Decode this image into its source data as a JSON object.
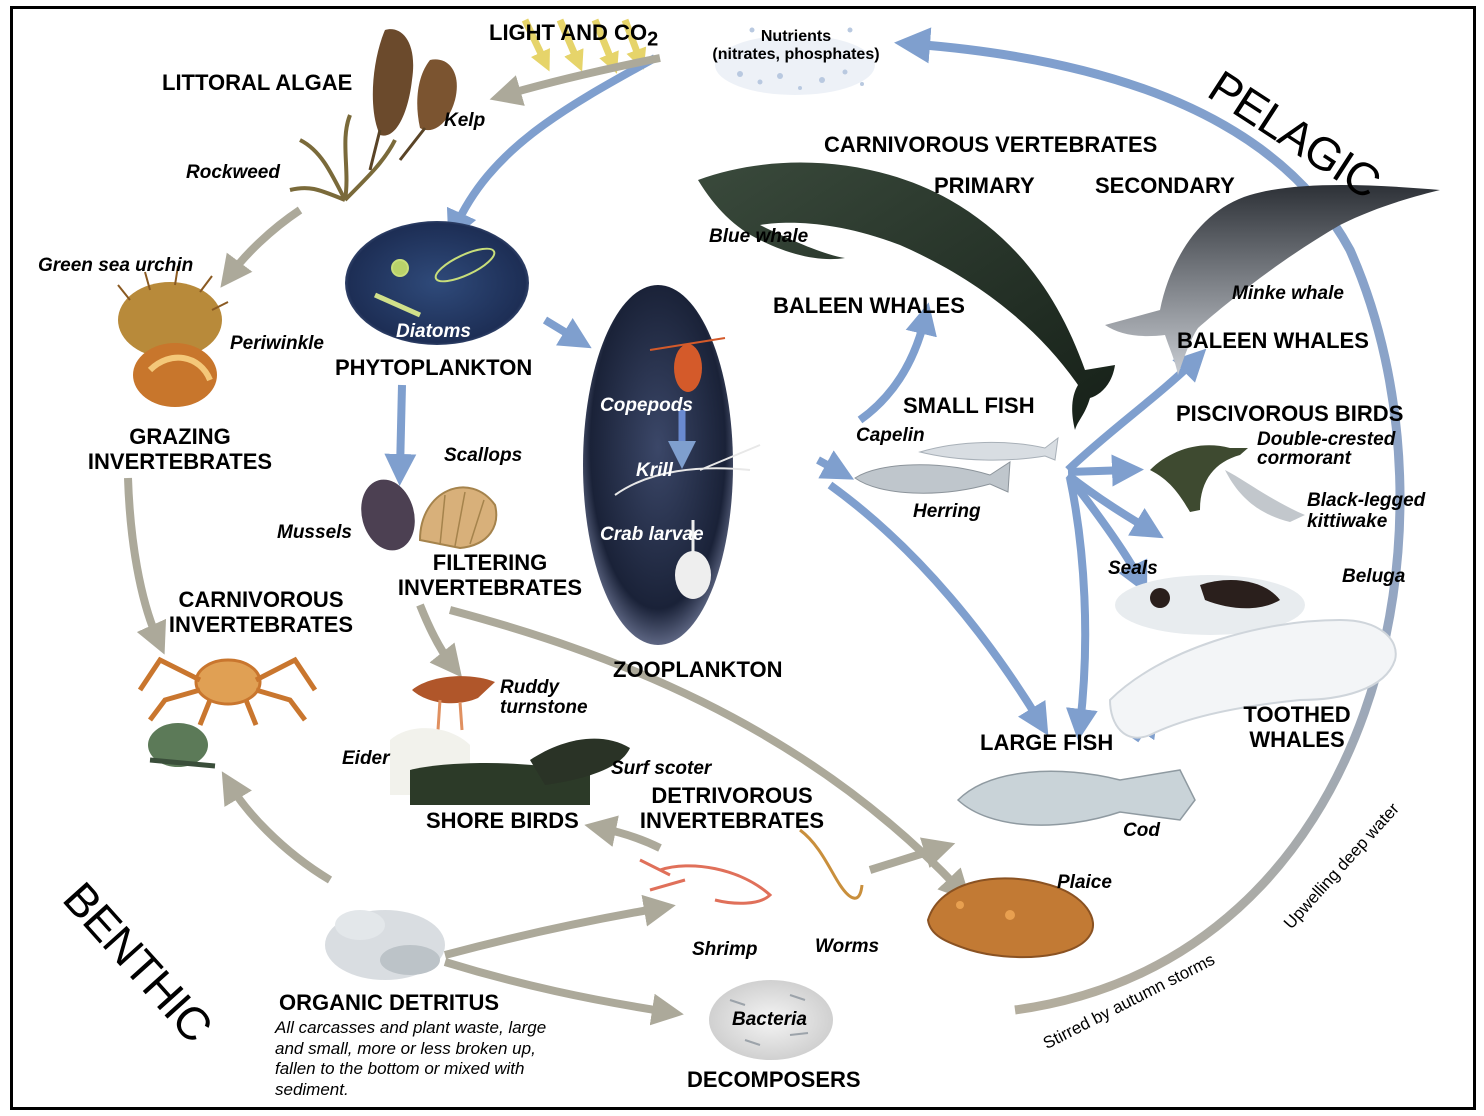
{
  "zones": {
    "pelagic": "PELAGIC",
    "benthic": "BENTHIC"
  },
  "sources": {
    "light_prefix": "LIGHT AND CO",
    "light_subscript": "2",
    "nutrients_line1": "Nutrients",
    "nutrients_line2": "(nitrates, phosphates)"
  },
  "groups": {
    "littoral_algae": "LITTORAL ALGAE",
    "phytoplankton": "PHYTOPLANKTON",
    "grazing_invertebrates_1": "GRAZING",
    "grazing_invertebrates_2": "INVERTEBRATES",
    "filtering_invertebrates_1": "FILTERING",
    "filtering_invertebrates_2": "INVERTEBRATES",
    "carnivorous_invertebrates_1": "CARNIVOROUS",
    "carnivorous_invertebrates_2": "INVERTEBRATES",
    "zooplankton": "ZOOPLANKTON",
    "carnivorous_vertebrates": "CARNIVOROUS VERTEBRATES",
    "primary": "PRIMARY",
    "secondary": "SECONDARY",
    "baleen_whales_primary": "BALEEN WHALES",
    "baleen_whales_secondary": "BALEEN WHALES",
    "small_fish": "SMALL FISH",
    "piscivorous_birds": "PISCIVOROUS BIRDS",
    "toothed_whales_1": "TOOTHED",
    "toothed_whales_2": "WHALES",
    "large_fish": "LARGE FISH",
    "shore_birds": "SHORE BIRDS",
    "detrivorous_invertebrates_1": "DETRIVOROUS",
    "detrivorous_invertebrates_2": "INVERTEBRATES",
    "organic_detritus": "ORGANIC DETRITUS",
    "decomposers": "DECOMPOSERS"
  },
  "species": {
    "kelp": "Kelp",
    "rockweed": "Rockweed",
    "green_sea_urchin": "Green sea urchin",
    "periwinkle": "Periwinkle",
    "diatoms": "Diatoms",
    "copepods": "Copepods",
    "krill": "Krill",
    "crab_larvae": "Crab larvae",
    "scallops": "Scallops",
    "mussels": "Mussels",
    "blue_whale": "Blue whale",
    "minke_whale": "Minke whale",
    "capelin": "Capelin",
    "herring": "Herring",
    "cormorant_1": "Double-crested",
    "cormorant_2": "cormorant",
    "kittiwake_1": "Black-legged",
    "kittiwake_2": "kittiwake",
    "seals": "Seals",
    "beluga": "Beluga",
    "ruddy_turnstone_1": "Ruddy",
    "ruddy_turnstone_2": "turnstone",
    "eider": "Eider",
    "surf_scoter": "Surf scoter",
    "cod": "Cod",
    "plaice": "Plaice",
    "shrimp": "Shrimp",
    "worms": "Worms",
    "bacteria": "Bacteria"
  },
  "notes": {
    "organic_detritus": "All carcasses and plant waste, large and small, more or less broken up, fallen to the bottom or mixed with sediment."
  },
  "cycle": {
    "stirred": "Stirred by autumn storms",
    "upwelling": "Upwelling deep water"
  },
  "colors": {
    "pelagic_arrow": "#7f9fce",
    "benthic_arrow": "#aca99a",
    "light_arrow": "#e6d46a"
  }
}
